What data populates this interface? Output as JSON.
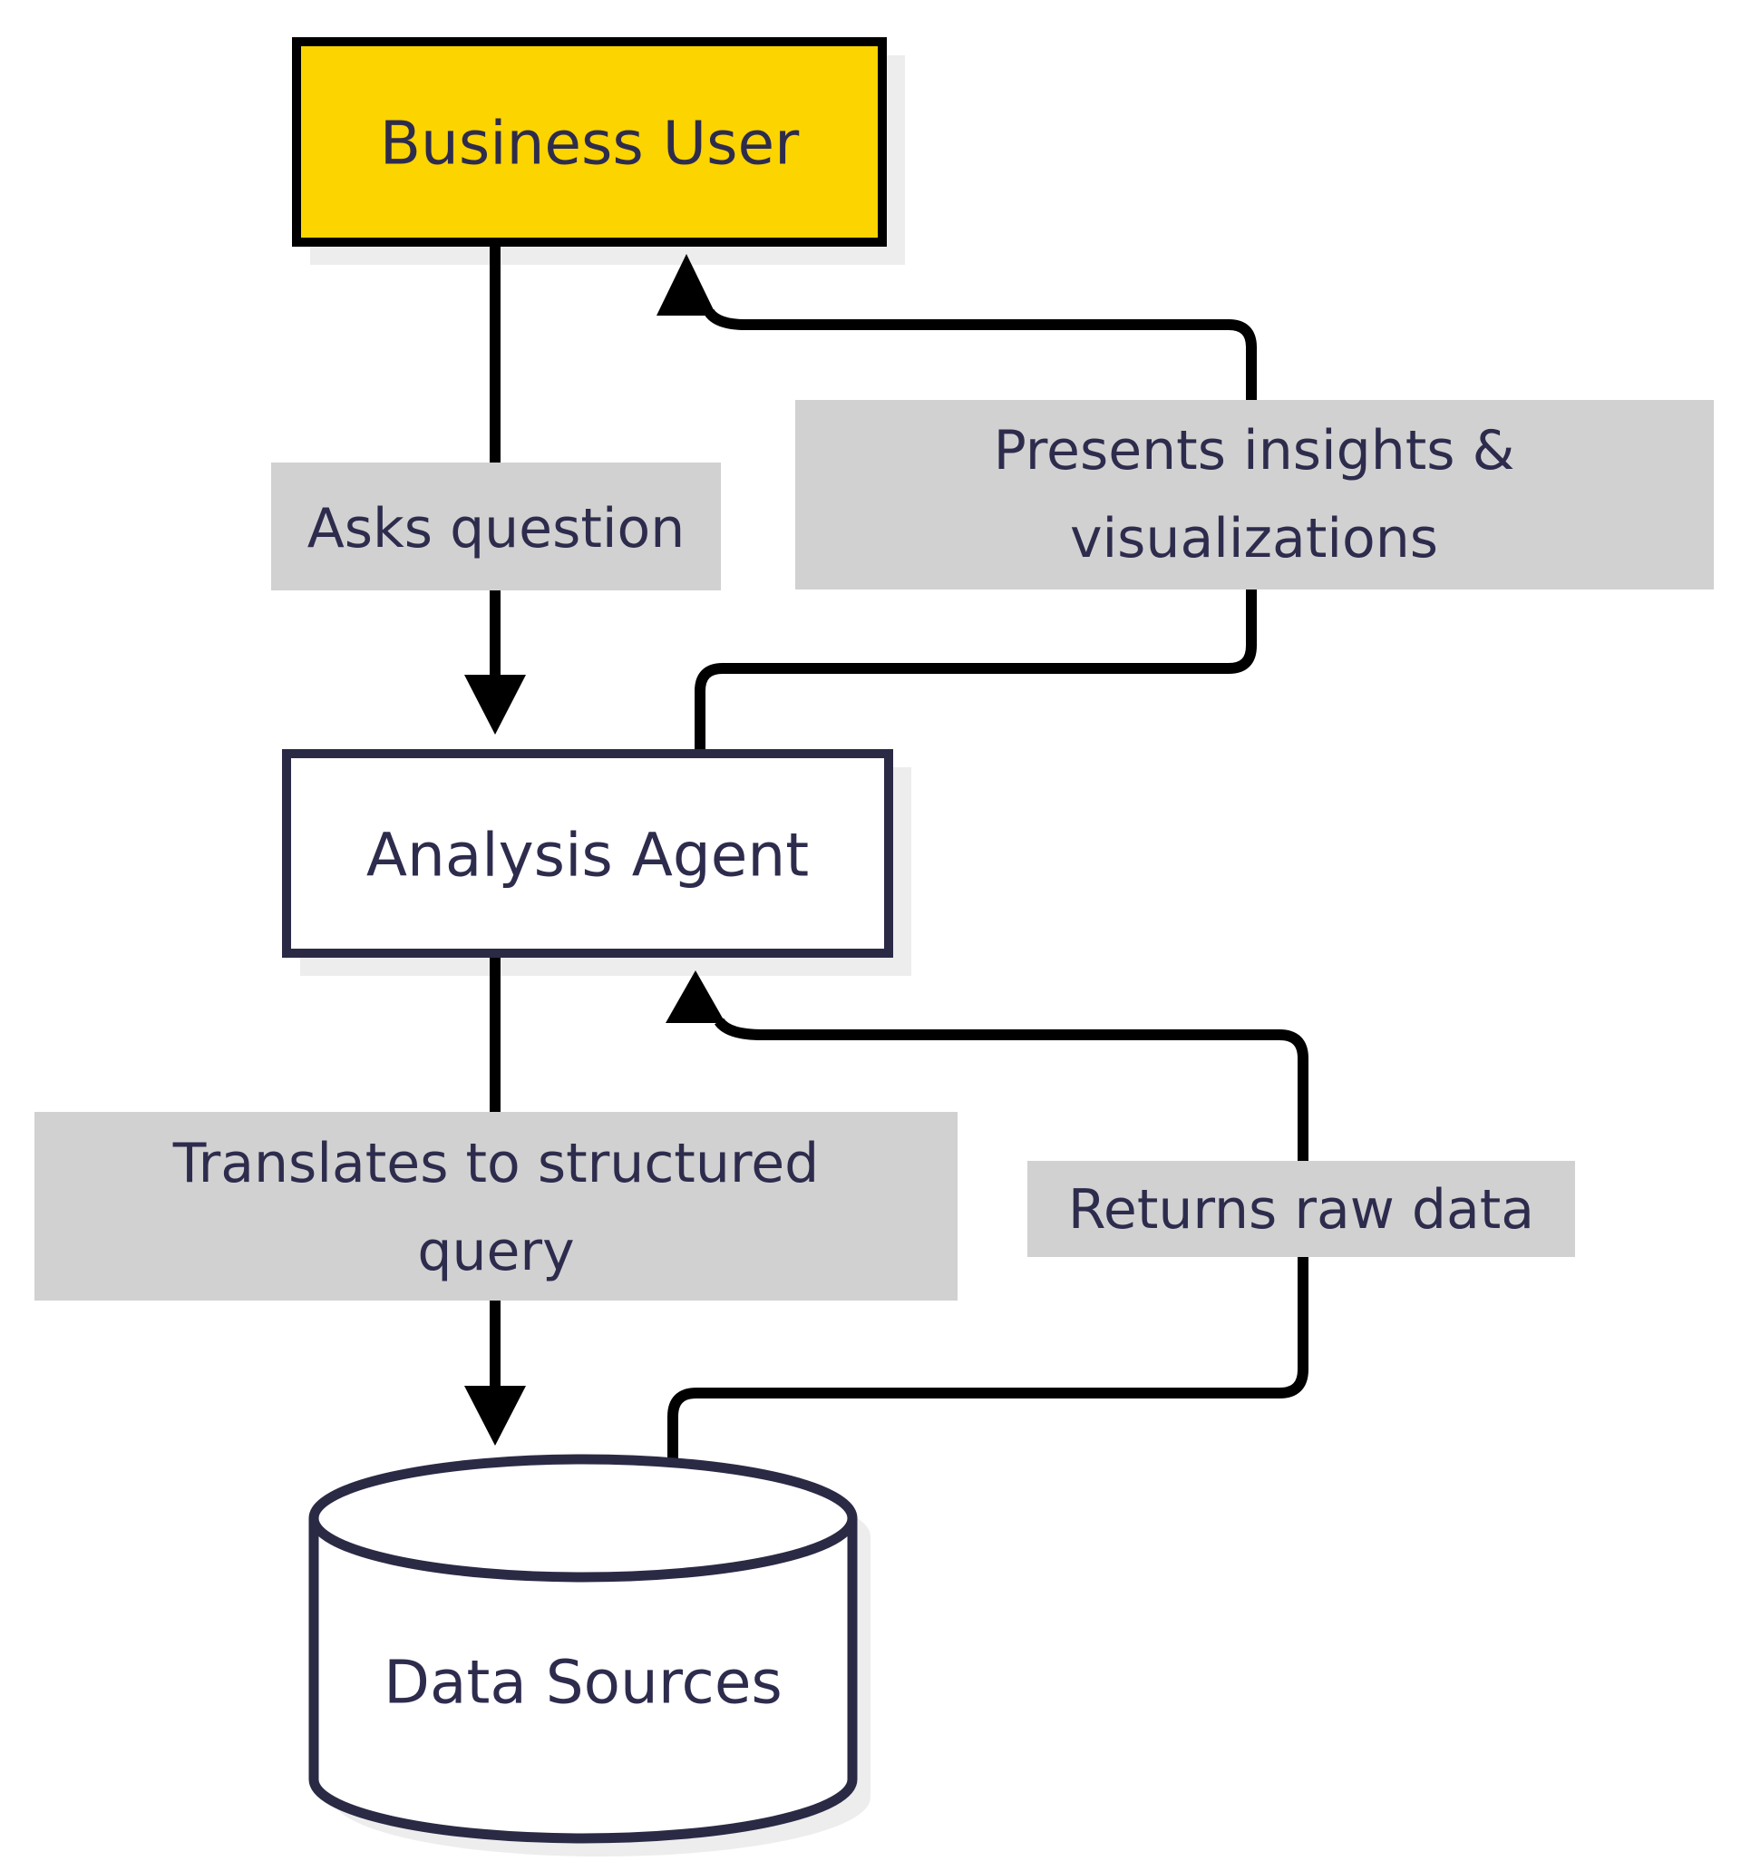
{
  "diagram": {
    "type": "flowchart",
    "background": "#ffffff",
    "colors": {
      "node_fill_yellow": "#FCD400",
      "node_fill_white": "#ffffff",
      "node_border_black": "#000000",
      "node_border_navy": "#2B2A45",
      "edge_color": "#000000",
      "label_bg": "#D1D1D1",
      "text_color": "#2E2C4D",
      "shadow": "#EDEDED"
    },
    "nodes": [
      {
        "id": "business-user",
        "label": "Business User",
        "shape": "rectangle"
      },
      {
        "id": "analysis-agent",
        "label": "Analysis Agent",
        "shape": "rectangle"
      },
      {
        "id": "data-sources",
        "label": "Data Sources",
        "shape": "cylinder"
      }
    ],
    "edges": [
      {
        "from": "Business User",
        "to": "Analysis Agent",
        "label": "Asks question",
        "label_lines": [
          "Asks question"
        ]
      },
      {
        "from": "Analysis Agent",
        "to": "Business User",
        "label": "Presents insights & visualizations",
        "label_lines": [
          "Presents insights &",
          "visualizations"
        ]
      },
      {
        "from": "Analysis Agent",
        "to": "Data Sources",
        "label": "Translates to structured query",
        "label_lines": [
          "Translates to structured",
          "query"
        ]
      },
      {
        "from": "Data Sources",
        "to": "Analysis Agent",
        "label": "Returns raw data",
        "label_lines": [
          "Returns raw data"
        ]
      }
    ]
  }
}
